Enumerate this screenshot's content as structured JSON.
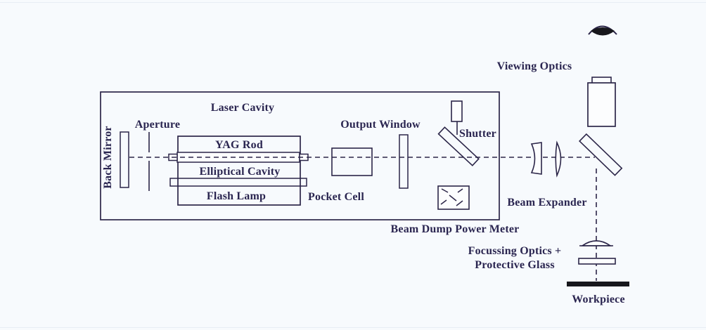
{
  "diagram": {
    "type": "laser-system-schematic",
    "labels": {
      "laser_cavity": "Laser Cavity",
      "back_mirror": "Back Mirror",
      "aperture": "Aperture",
      "yag_rod": "YAG Rod",
      "elliptical_cavity": "Elliptical Cavity",
      "flash_lamp": "Flash Lamp",
      "pocket_cell": "Pocket Cell",
      "output_window": "Output Window",
      "shutter": "Shutter",
      "beam_dump_power_meter": "Beam Dump Power Meter",
      "beam_expander": "Beam Expander",
      "viewing_optics": "Viewing Optics",
      "focussing_optics_line1": "Focussing Optics +",
      "focussing_optics_line2": "Protective Glass",
      "workpiece": "Workpiece"
    },
    "colors": {
      "ink": "#2b2548",
      "text": "#2a2550",
      "background": "#f7fafd",
      "solid_black": "#17171c"
    }
  }
}
